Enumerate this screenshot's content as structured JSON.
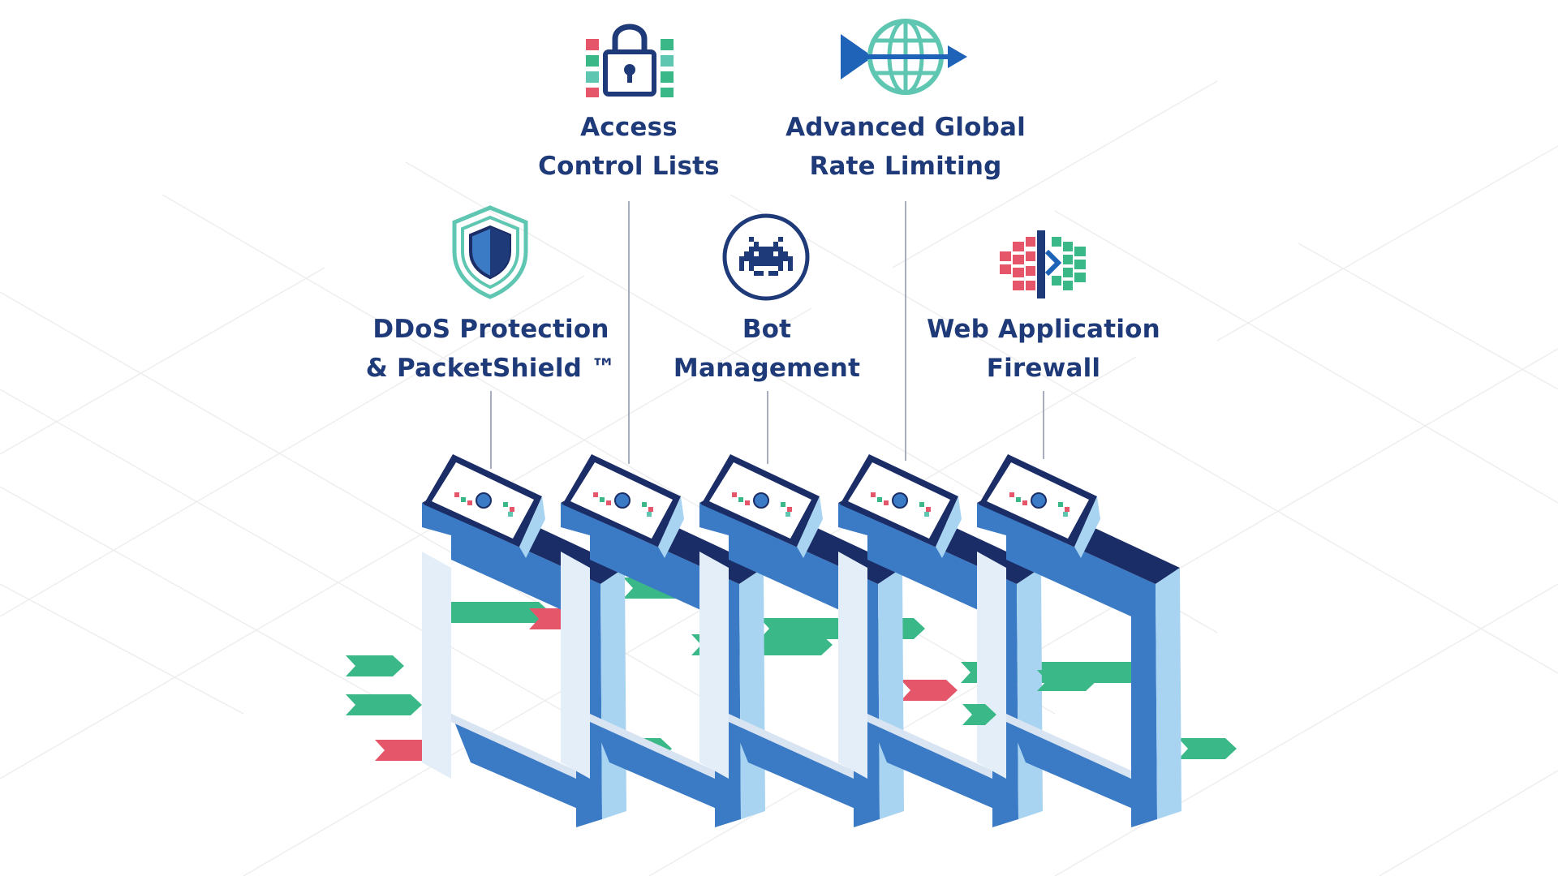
{
  "colors": {
    "navy": "#1f3a78",
    "blue": "#3b7bc6",
    "dark_blue": "#1b2d66",
    "light_blue": "#a8d4f2",
    "pale_blue": "#e3eef9",
    "green": "#3ab887",
    "red": "#e5566b",
    "teal": "#5fc6b2",
    "grid": "#ececec"
  },
  "features": [
    {
      "id": "ddos",
      "icon": "shield-icon",
      "lines": [
        "DDoS Protection",
        "& PacketShield ™"
      ]
    },
    {
      "id": "acl",
      "icon": "padlock-icon",
      "lines": [
        "Access",
        "Control Lists"
      ]
    },
    {
      "id": "bot",
      "icon": "space-invader-icon",
      "lines": [
        "Bot",
        "Management"
      ]
    },
    {
      "id": "ratelimit",
      "icon": "globe-arrow-icon",
      "lines": [
        "Advanced Global",
        "Rate Limiting"
      ]
    },
    {
      "id": "waf",
      "icon": "firewall-icon",
      "lines": [
        "Web Application",
        "Firewall"
      ]
    }
  ]
}
